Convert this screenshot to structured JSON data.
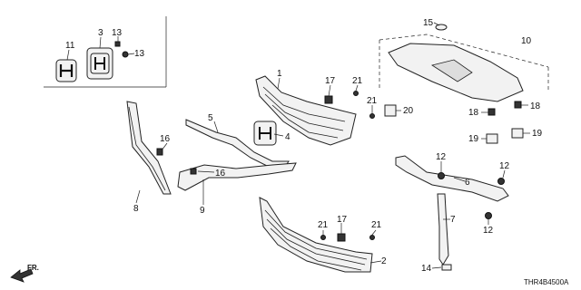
{
  "diagram": {
    "code": "THR4B4500A",
    "direction_label": "FR.",
    "callouts": {
      "c1": "1",
      "c2": "2",
      "c3": "3",
      "c4": "4",
      "c5": "5",
      "c6": "6",
      "c7": "7",
      "c8": "8",
      "c9": "9",
      "c10": "10",
      "c11": "11",
      "c12a": "12",
      "c12b": "12",
      "c12c": "12",
      "c13a": "13",
      "c13b": "13",
      "c14": "14",
      "c15": "15",
      "c16a": "16",
      "c16b": "16",
      "c17a": "17",
      "c17b": "17",
      "c18a": "18",
      "c18b": "18",
      "c19a": "19",
      "c19b": "19",
      "c20": "20",
      "c21a": "21",
      "c21b": "21",
      "c21c": "21",
      "c21d": "21"
    }
  }
}
